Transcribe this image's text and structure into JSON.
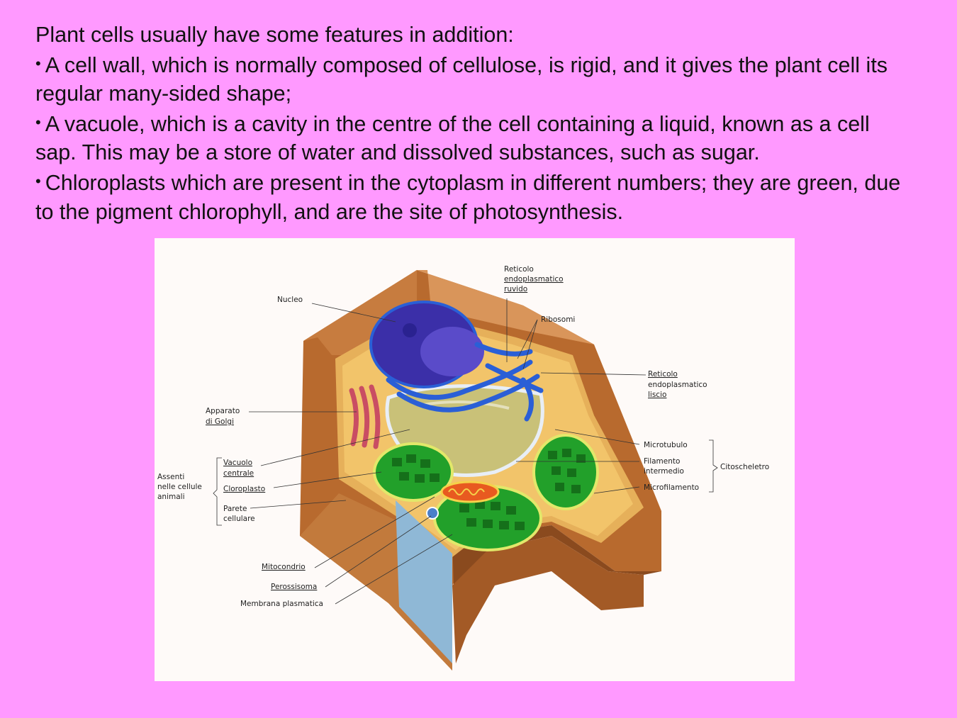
{
  "slide": {
    "intro": "Plant cells usually have some features in addition:",
    "bullet_mark": "•",
    "bullets": [
      "A cell wall, which is normally composed of cellulose, is rigid, and it gives the plant cell its regular many-sided shape;",
      "A vacuole, which is a cavity in the centre of the cell containing a liquid, known as a cell sap. This may be a store of water and dissolved substances, such as sugar.",
      "Chloroplasts which are present in the cytoplasm in different numbers; they are green, due to the pigment chlorophyll, and are the site of photosynthesis."
    ]
  },
  "diagram": {
    "labels": {
      "nucleo": "Nucleo",
      "rer_1": "Reticolo",
      "rer_2": "endoplasmatico",
      "rer_3": "ruvido",
      "ribosomi": "Ribosomi",
      "ser_1": "Reticolo",
      "ser_2": "endoplasmatico",
      "ser_3": "liscio",
      "golgi_1": "Apparato",
      "golgi_2": "di Golgi",
      "microtubulo": "Microtubulo",
      "filamento_1": "Filamento",
      "filamento_2": "intermedio",
      "citoscheletro": "Citoscheletro",
      "microfilamento": "Microfilamento",
      "assenti_1": "Assenti",
      "assenti_2": "nelle cellule",
      "assenti_3": "animali",
      "vacuolo_1": "Vacuolo",
      "vacuolo_2": "centrale",
      "cloroplasto": "Cloroplasto",
      "parete_1": "Parete",
      "parete_2": "cellulare",
      "mitocondrio": "Mitocondrio",
      "perossisoma": "Perossisoma",
      "membrana": "Membrana plasmatica"
    },
    "colors": {
      "wall": "#b86a2e",
      "wall_light": "#d9955a",
      "cytoplasm": "#f2c46a",
      "nucleus": "#3b2fa8",
      "er": "#2a5fd6",
      "vacuole": "#c9c178",
      "chloroplast": "#22a02a",
      "golgi": "#c94d63",
      "mitochondrion": "#e85a20"
    }
  }
}
